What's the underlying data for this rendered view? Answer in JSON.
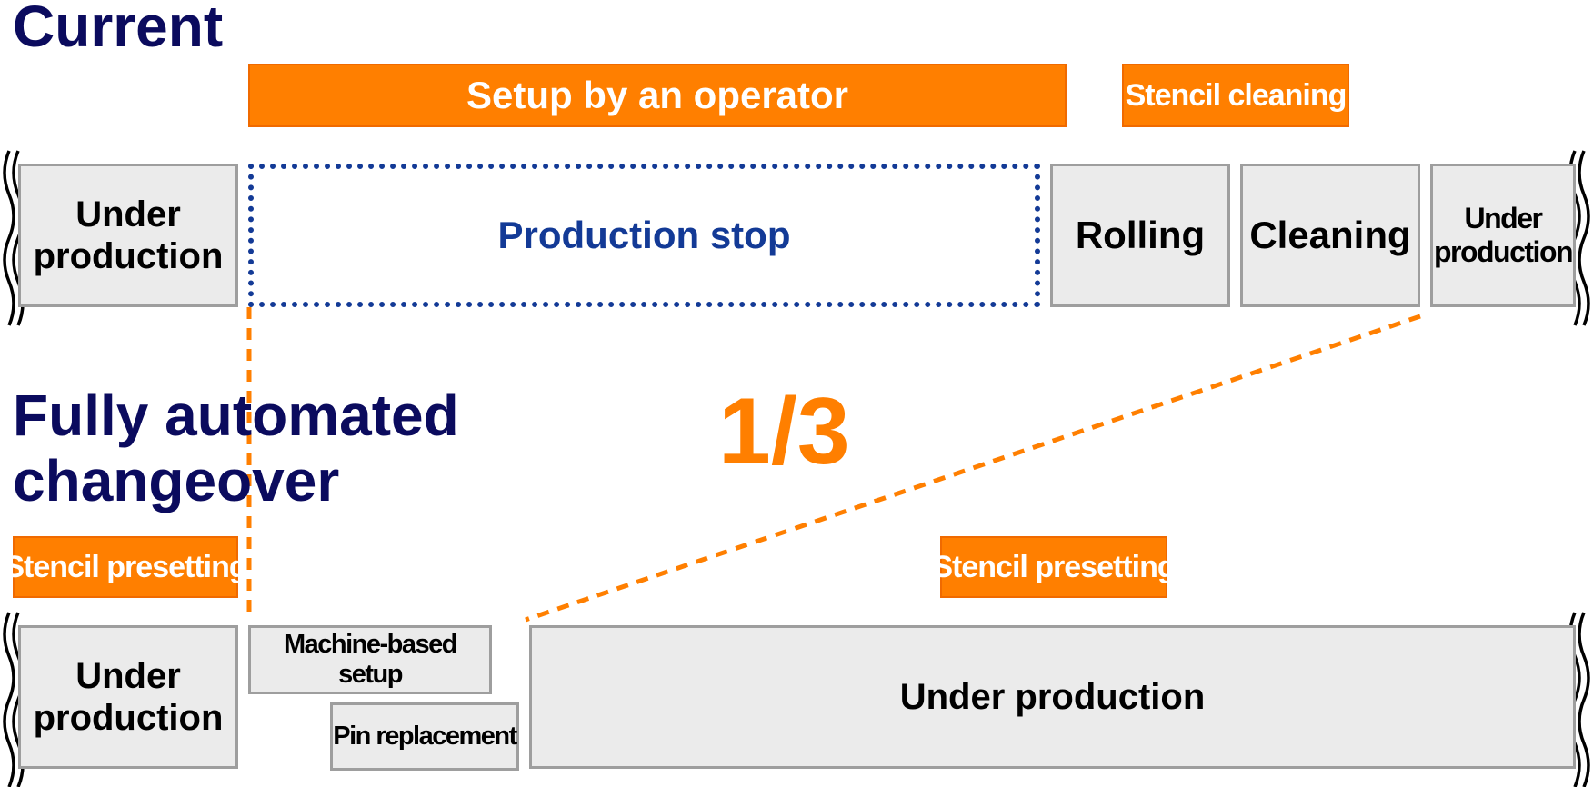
{
  "current": {
    "heading": "Current",
    "setup_banner": "Setup by an operator",
    "stencil_cleaning_banner": "Stencil cleaning",
    "timeline": {
      "under_production_left": "Under production",
      "production_stop": "Production stop",
      "rolling": "Rolling",
      "cleaning": "Cleaning",
      "under_production_right": "Under production"
    }
  },
  "automated": {
    "heading_line1": "Fully automated",
    "heading_line2": "changeover",
    "stencil_presetting_left": "Stencil presetting",
    "stencil_presetting_right": "Stencil presetting",
    "timeline": {
      "under_production_left": "Under production",
      "machine_setup": "Machine-based setup",
      "pin_replacement": "Pin replacement",
      "under_production_main": "Under production"
    }
  },
  "ratio_label": "1/3",
  "colors": {
    "heading": "#0b0b5e",
    "accent_orange": "#ff7f00",
    "stop_blue": "#133a96",
    "box_fill": "#ebebeb",
    "box_border": "#9e9e9e"
  }
}
